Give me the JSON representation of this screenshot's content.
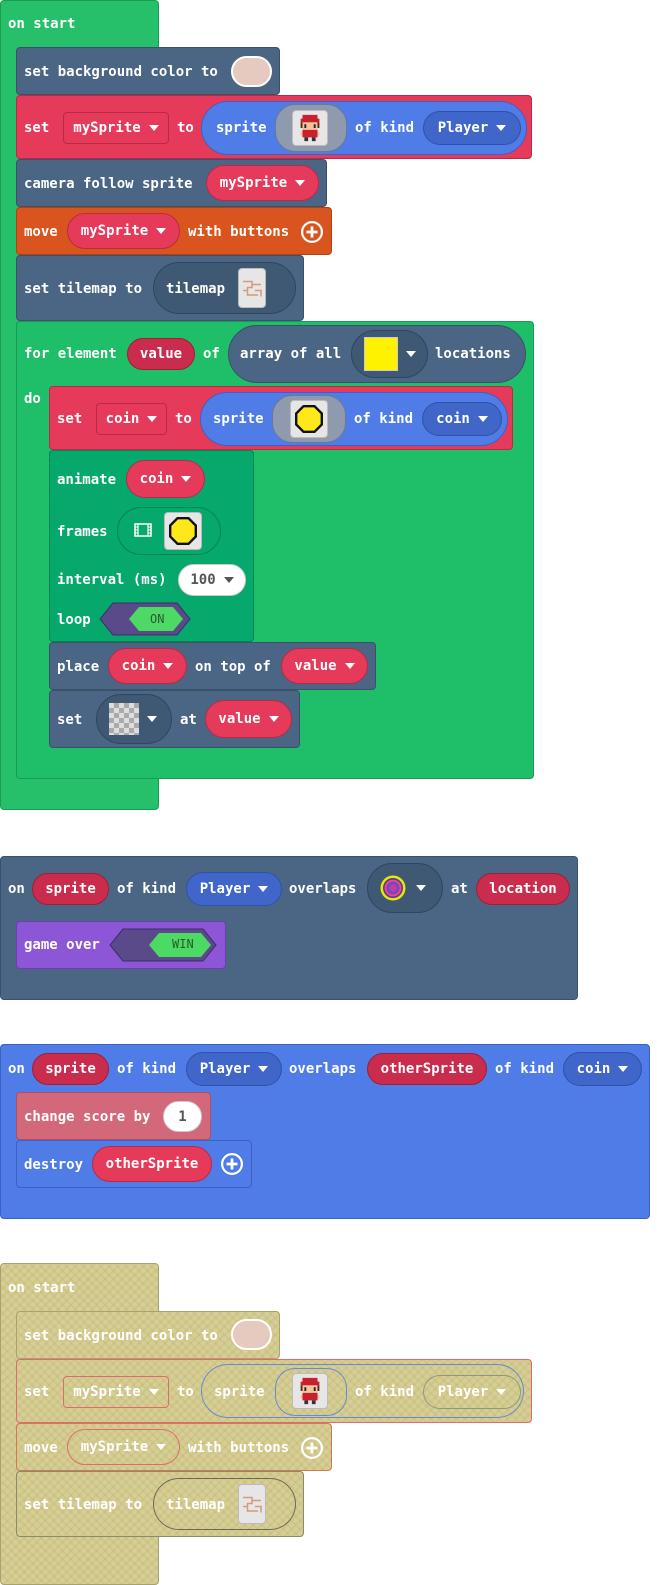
{
  "colors": {
    "event_green": "#26c06a",
    "scene_slate": "#4b6584",
    "sprite_red": "#e63a5a",
    "sprite_blue": "#4f7ce6",
    "controller_orange": "#d9541e",
    "loop_green": "#1fbf6a",
    "animation_teal": "#07a86b",
    "info_pink": "#d2687a",
    "game_purple": "#8c56d6",
    "disabled_tan": "#d4cf9a"
  },
  "on_start_1": {
    "hat": "on start",
    "set_bg": "set background color to",
    "set": "set",
    "var_mysprite": "mySprite",
    "to": "to",
    "sprite": "sprite",
    "of_kind": "of kind",
    "kind_player": "Player",
    "camera": "camera follow sprite",
    "move": "move",
    "with_buttons": "with buttons",
    "set_tilemap": "set tilemap to",
    "tilemap": "tilemap",
    "for_element": "for element",
    "value": "value",
    "of": "of",
    "array_of_all": "array of all",
    "locations": "locations",
    "do": "do",
    "var_coin": "coin",
    "kind_coin": "coin",
    "animate": "animate",
    "frames": "frames",
    "interval": "interval (ms)",
    "interval_value": "100",
    "loop": "loop",
    "loop_state": "ON",
    "place": "place",
    "on_top_of": "on top of",
    "at": "at"
  },
  "overlap_tile": {
    "on": "on",
    "sprite": "sprite",
    "of_kind": "of kind",
    "kind": "Player",
    "overlaps": "overlaps",
    "at": "at",
    "location": "location",
    "game_over": "game over",
    "win_state": "WIN"
  },
  "overlap_sprite": {
    "on": "on",
    "sprite": "sprite",
    "of_kind": "of kind",
    "kind": "Player",
    "overlaps": "overlaps",
    "other": "otherSprite",
    "of_kind2": "of kind",
    "kind2": "coin",
    "change_score": "change score by",
    "score_value": "1",
    "destroy": "destroy",
    "destroy_target": "otherSprite"
  },
  "on_start_2": {
    "hat": "on start",
    "set_bg": "set background color to",
    "set": "set",
    "var_mysprite": "mySprite",
    "to": "to",
    "sprite": "sprite",
    "of_kind": "of kind",
    "kind_player": "Player",
    "move": "move",
    "move_target": "mySprite",
    "with_buttons": "with buttons",
    "set_tilemap": "set tilemap to",
    "tilemap": "tilemap"
  }
}
